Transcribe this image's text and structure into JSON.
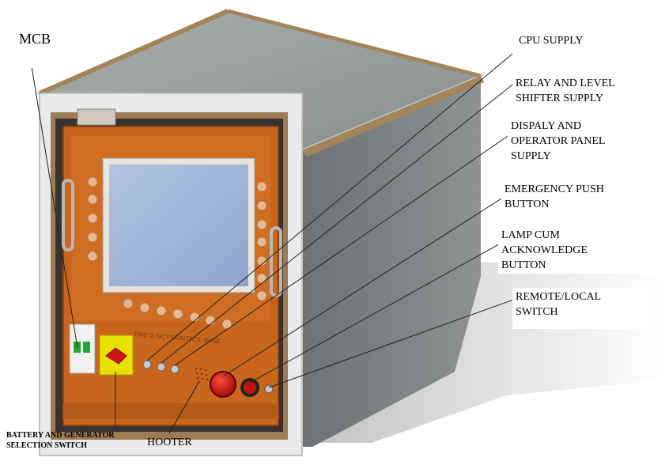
{
  "labels": {
    "mcb": "MCB",
    "cpu_supply": "CPU SUPPLY",
    "relay_supply": "RELAY AND LEVEL\nSHIFTER SUPPLY",
    "display_supply": "DISPALY AND\nOPERATOR PANEL\nSUPPLY",
    "emergency_button": "EMERGENCY PUSH\nBUTTON",
    "lamp_button": "LAMP CUM\nACKNOWLEDGE\nBUTTON",
    "remote_switch": "REMOTE/LOCAL\nSWITCH",
    "battery_switch": "BATTERY AND GENERATOR\nSELECTION SWITCH",
    "hooter": "HOOTER"
  },
  "panel_text": "FME G NCY CONTROL PANE",
  "colors": {
    "panel_orange": "#c8661e",
    "panel_frame": "#9c7b55",
    "cabinet_grey": "#7f8586",
    "top_grey": "#9a9e9c",
    "screen_blue": "#9fb4d6",
    "emergency_red": "#c81212",
    "switch_yellow": "#e8e000",
    "mcb_green": "#1fa83a"
  }
}
